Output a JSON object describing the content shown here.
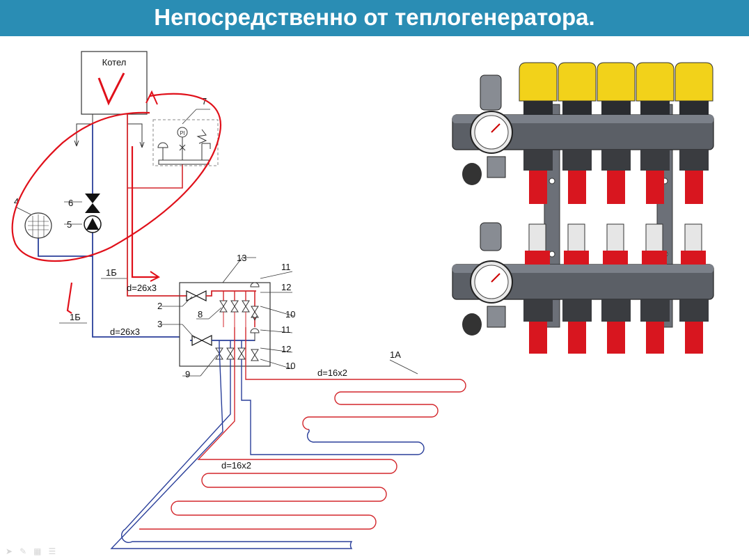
{
  "slide": {
    "title": "Непосредственно от теплогенератора."
  },
  "diagram": {
    "boiler_label": "Котел",
    "boiler_mark": "V",
    "labels": {
      "n1b_top": "1Б",
      "n1b_bottom": "1Б",
      "n1a": "1А",
      "n2": "2",
      "n3": "3",
      "n4": "4",
      "n5": "5",
      "n6": "6",
      "n7": "7",
      "n8": "8",
      "n9": "9",
      "n10a": "10",
      "n10b": "10",
      "n11a": "11",
      "n11b": "11",
      "n12a": "12",
      "n12b": "12",
      "n13": "13",
      "pipe_top": "d=26x3",
      "pipe_bottom": "d=26x3",
      "loop_1": "d=16x2",
      "loop_2": "d=16x2",
      "gauge": "PI"
    },
    "colors": {
      "supply": "#d3262b",
      "return": "#2a3f9a",
      "annotation": "#e0101a",
      "line": "#333333",
      "actuator": "#f2d21a",
      "pipe_stub": "#d8161f",
      "manifold_body": "#5b5f66"
    }
  },
  "toolbar": {
    "icons": [
      "arrow-icon",
      "pen-icon",
      "grid-icon",
      "menu-icon"
    ]
  }
}
